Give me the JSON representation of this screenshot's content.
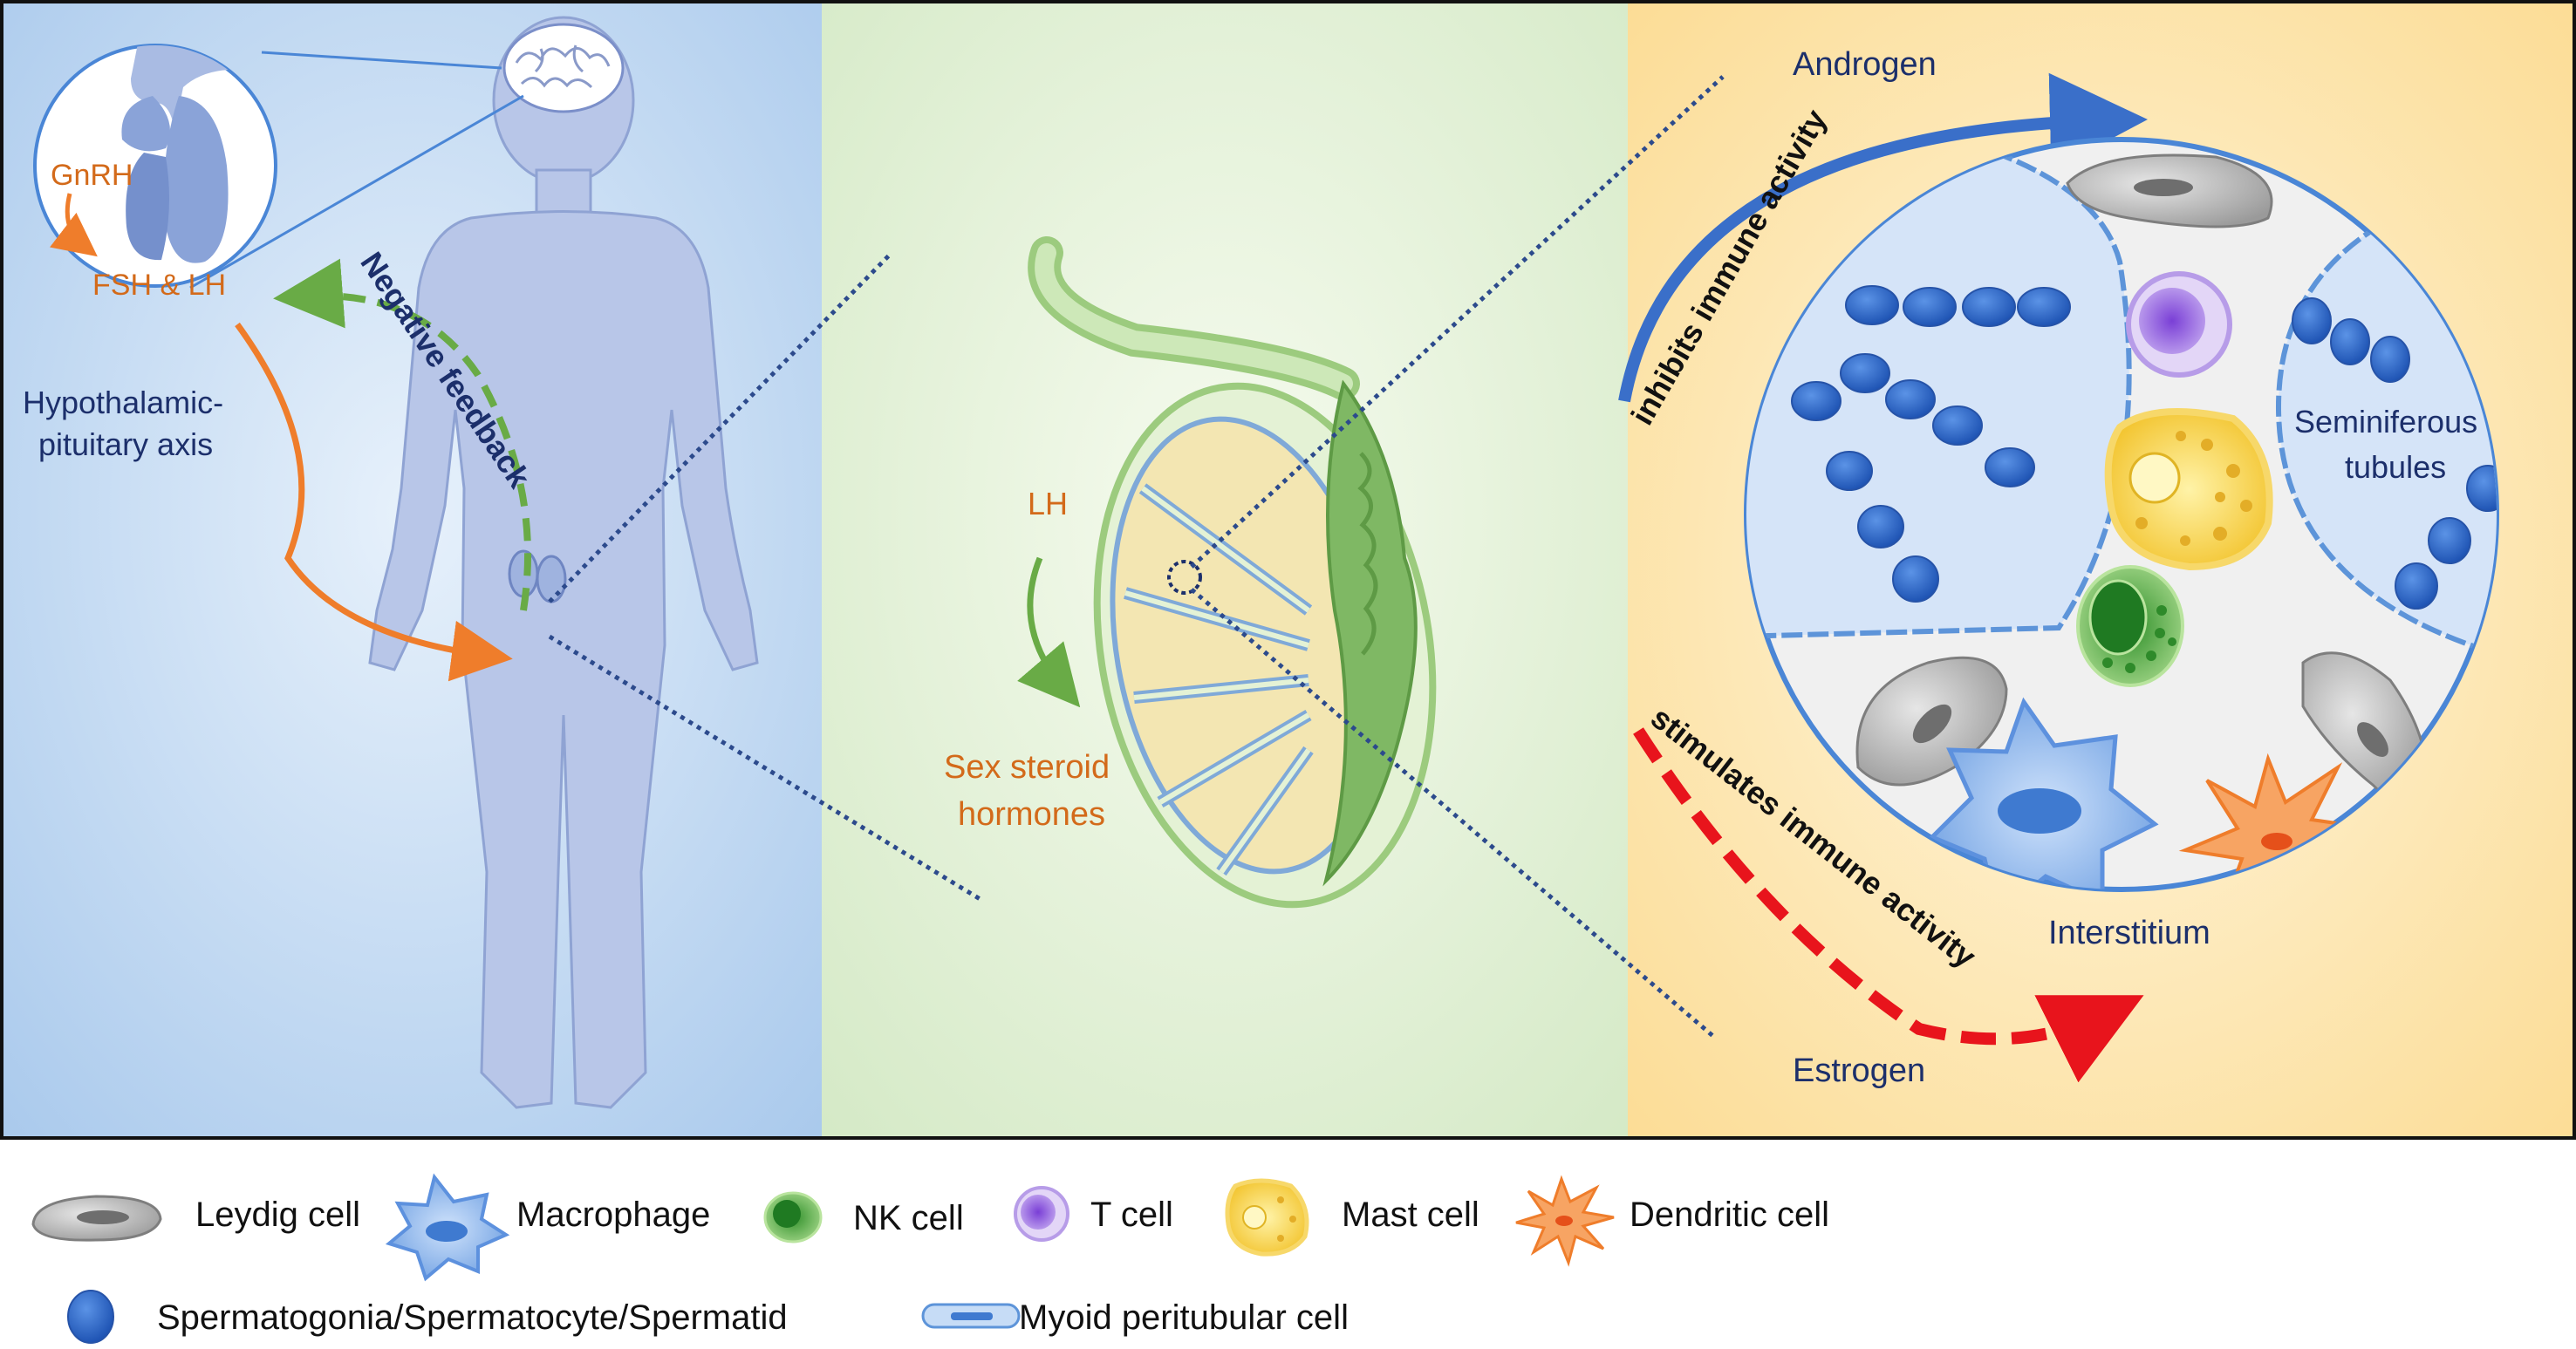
{
  "panel_hpg": {
    "gnrh": "GnRH",
    "fsh_lh": "FSH & LH",
    "axis_line1": "Hypothalamic-",
    "axis_line2": "pituitary axis",
    "negative_feedback": "Negative feedback"
  },
  "panel_testis": {
    "lh": "LH",
    "hormones_line1": "Sex steroid",
    "hormones_line2": "hormones"
  },
  "panel_micro": {
    "androgen": "Androgen",
    "inhibits": "inhibits immune activity",
    "stimulates": "stimulates immune activity",
    "estrogen": "Estrogen",
    "seminiferous_line1": "Seminiferous",
    "seminiferous_line2": "tubules",
    "interstitium": "Interstitium"
  },
  "legend": {
    "leydig": "Leydig cell",
    "macrophage": "Macrophage",
    "nk": "NK cell",
    "tcell": "T cell",
    "mast": "Mast cell",
    "dendritic": "Dendritic cell",
    "spermatogonia": "Spermatogonia/Spermatocyte/Spermatid",
    "myoid": "Myoid peritubular cell"
  },
  "colors": {
    "orange_text": "#d36a1a",
    "navy_text": "#1c2f6b",
    "feedback_green": "#6aa84f",
    "androgen_blue": "#3a6fc9",
    "estrogen_red": "#e8141c"
  }
}
